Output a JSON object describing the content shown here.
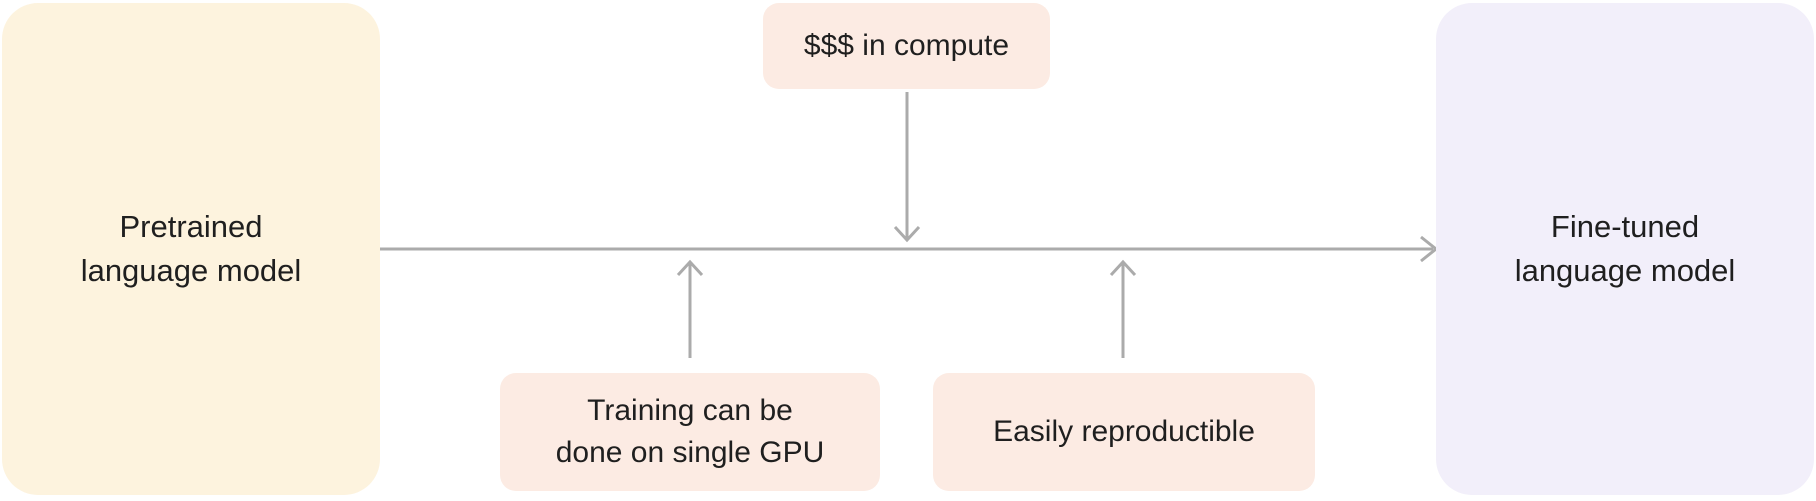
{
  "diagram": {
    "nodes": {
      "pretrained": {
        "label": "Pretrained\nlanguage model"
      },
      "finetuned": {
        "label": "Fine-tuned\nlanguage model"
      }
    },
    "callouts": {
      "compute_cost": {
        "label": "$$$ in compute"
      },
      "single_gpu": {
        "label": "Training can be\ndone on single GPU"
      },
      "reproducible": {
        "label": "Easily reproductible"
      }
    },
    "colors": {
      "pretrained_bg": "#FDF3DE",
      "finetuned_bg": "#F2EFFA",
      "callout_bg": "#FCEBE3",
      "arrow": "#ABABAB",
      "text": "#1F1F1F",
      "background": "#FFFFFF"
    }
  }
}
